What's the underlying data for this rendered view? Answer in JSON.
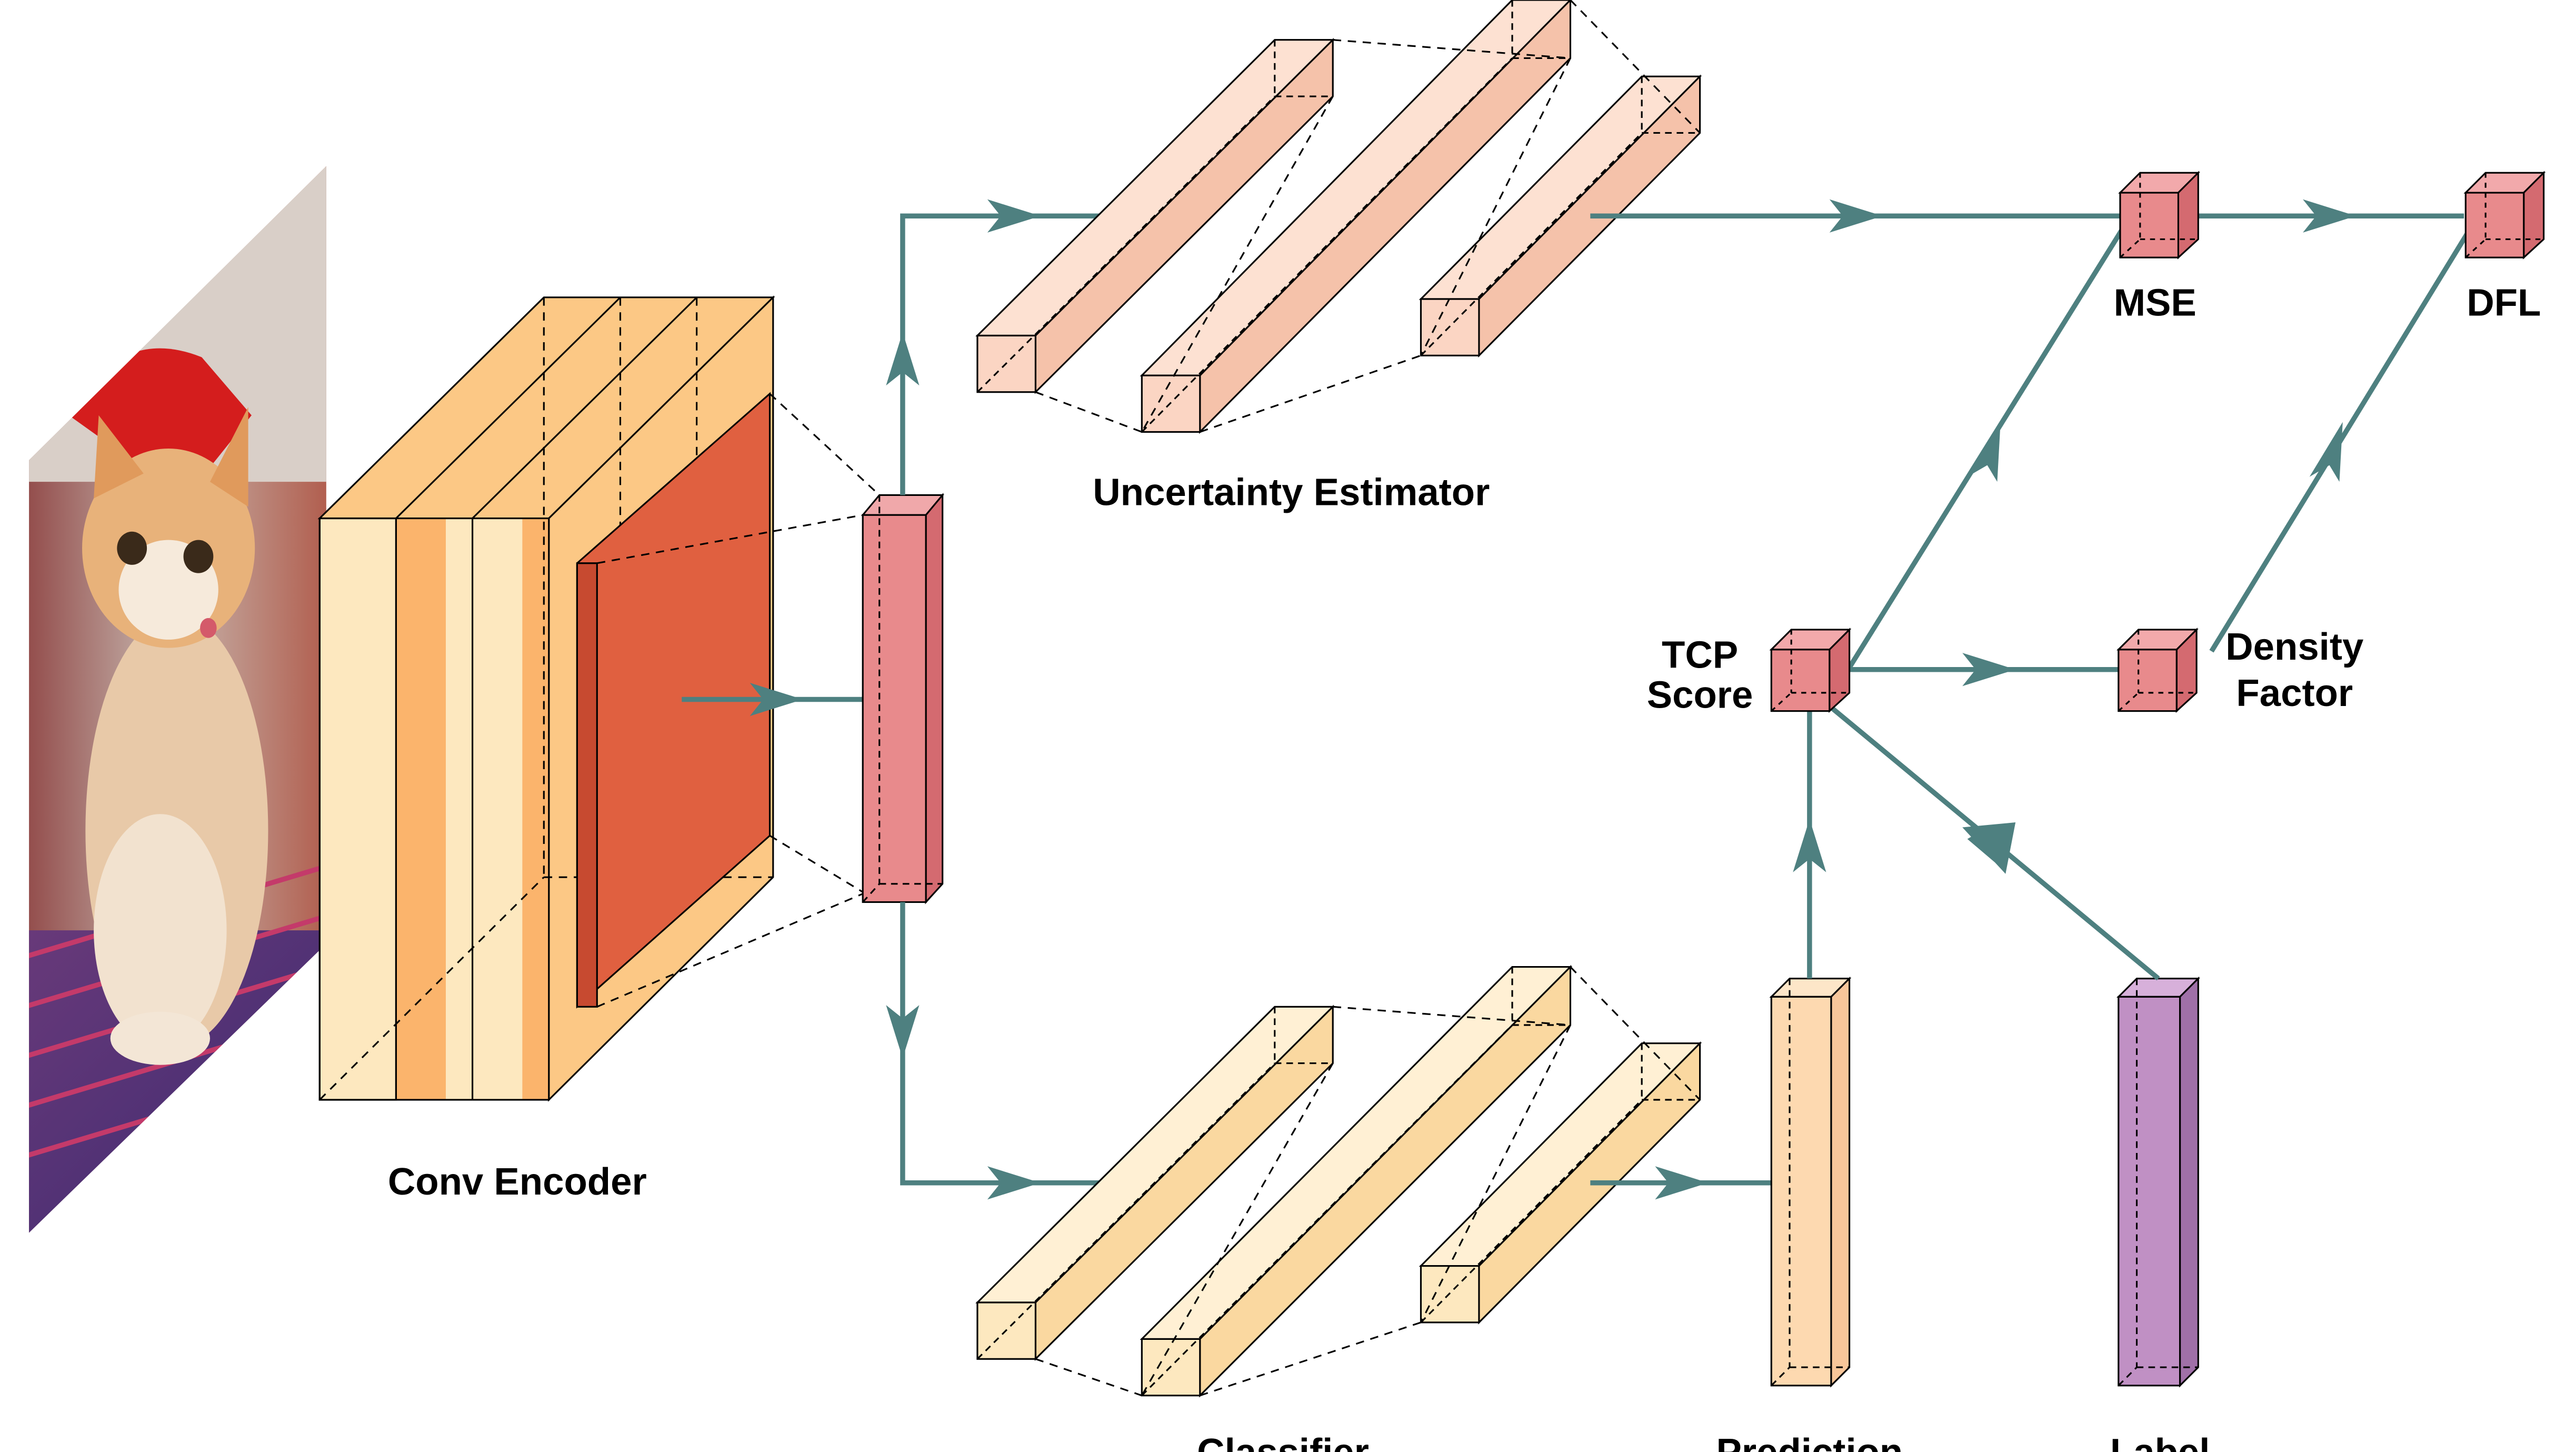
{
  "labels": {
    "conv_encoder": "Conv Encoder",
    "uncertainty_estimator": "Uncertainty Estimator",
    "classifier": "Classifier",
    "prediction": "Prediction",
    "label": "Label",
    "tcp_line1": "TCP",
    "tcp_line2": "Score",
    "mse": "MSE",
    "dfl": "DFL",
    "density_line1": "Density",
    "density_line2": "Factor"
  },
  "colors": {
    "arrow": "#4e8080",
    "encoder_light": "#fde8bf",
    "encoder_mid": "#fcc885",
    "encoder_dark": "#fbb46c",
    "feature_map": "#e06040",
    "feature_vector": "#e88a8c",
    "uncertainty_bars": "#fbd5c3",
    "classifier_bars": "#fde8bf",
    "prediction_bar": "#fdd9b0",
    "label_bar": "#c090c4",
    "score_cubes": "#e88a8c"
  },
  "icons": {
    "input_image": "kitten-photo-icon"
  }
}
